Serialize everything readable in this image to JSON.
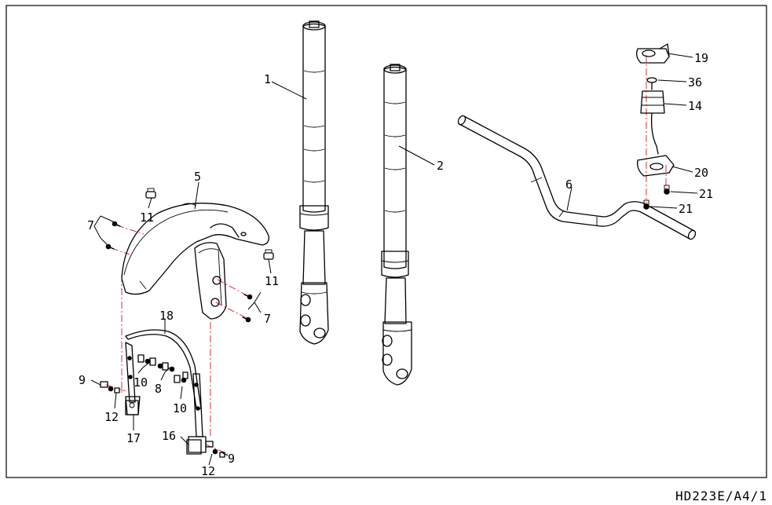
{
  "drawing": {
    "code": "HD223E/A4/1",
    "axis_color": "#d4333a",
    "line_color": "#000000",
    "callouts": [
      {
        "id": "c1",
        "text": "1"
      },
      {
        "id": "c2",
        "text": "2"
      },
      {
        "id": "c5",
        "text": "5"
      },
      {
        "id": "c6",
        "text": "6"
      },
      {
        "id": "c7a",
        "text": "7"
      },
      {
        "id": "c7b",
        "text": "7"
      },
      {
        "id": "c8",
        "text": "8"
      },
      {
        "id": "c9a",
        "text": "9"
      },
      {
        "id": "c9b",
        "text": "9"
      },
      {
        "id": "c10a",
        "text": "10"
      },
      {
        "id": "c10b",
        "text": "10"
      },
      {
        "id": "c11a",
        "text": "11"
      },
      {
        "id": "c11b",
        "text": "11"
      },
      {
        "id": "c12a",
        "text": "12"
      },
      {
        "id": "c12b",
        "text": "12"
      },
      {
        "id": "c14",
        "text": "14"
      },
      {
        "id": "c16",
        "text": "16"
      },
      {
        "id": "c17",
        "text": "17"
      },
      {
        "id": "c18",
        "text": "18"
      },
      {
        "id": "c19",
        "text": "19"
      },
      {
        "id": "c20",
        "text": "20"
      },
      {
        "id": "c21a",
        "text": "21"
      },
      {
        "id": "c21b",
        "text": "21"
      },
      {
        "id": "c36",
        "text": "36"
      }
    ]
  }
}
